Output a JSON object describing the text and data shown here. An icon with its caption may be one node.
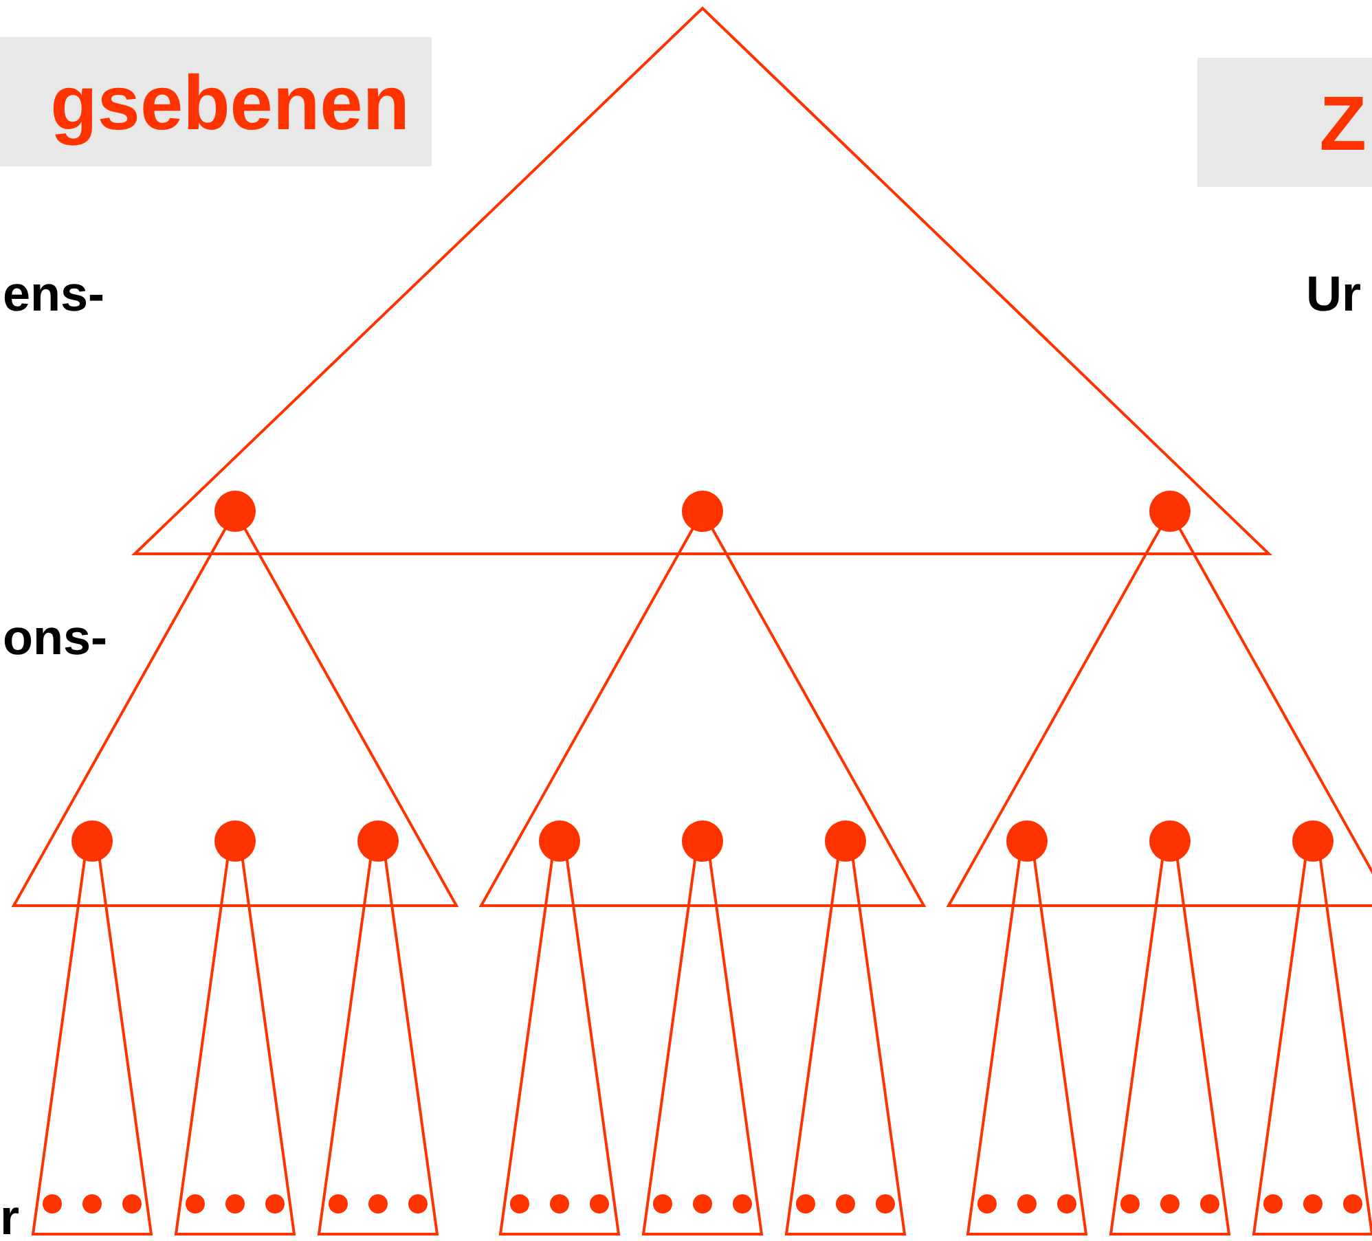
{
  "diagram": {
    "nodes": [
      {
        "text": [
          "gsebenen"
        ]
      },
      {
        "text": [
          "Z"
        ]
      }
    ],
    "labels": [
      "ens-",
      "Ur",
      "ons-",
      "r"
    ]
  }
}
